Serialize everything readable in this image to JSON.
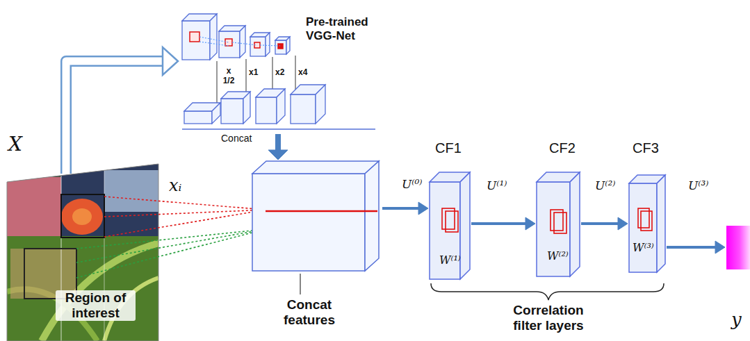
{
  "diagram": {
    "nodes": [
      {
        "text": [
          "X",
          "Region of interest"
        ]
      },
      {
        "text": [
          "Pre-trained VGG-Net"
        ]
      },
      {
        "text": [
          "Concat features"
        ]
      },
      {
        "text": [
          "CF1",
          "W⁽¹⁾"
        ]
      },
      {
        "text": [
          "CF2",
          "W⁽²⁾"
        ]
      },
      {
        "text": [
          "CF3",
          "W⁽³⁾"
        ]
      },
      {
        "text": [
          "y"
        ]
      }
    ],
    "edges": [
      {
        "from": 0,
        "to": 1,
        "arrow": "to"
      },
      {
        "from": 1,
        "to": 2,
        "label": "Concat",
        "arrow": "to"
      },
      {
        "from": 2,
        "to": 3,
        "label": "U⁽⁰⁾",
        "arrow": "to"
      },
      {
        "from": 3,
        "to": 4,
        "label": "U⁽¹⁾",
        "arrow": "to"
      },
      {
        "from": 4,
        "to": 5,
        "label": "U⁽²⁾",
        "arrow": "to"
      },
      {
        "from": 5,
        "to": 6,
        "label": "U⁽³⁾",
        "arrow": "to"
      }
    ],
    "labels": [
      "x 1/2",
      "x1",
      "x2",
      "x4",
      "xᵢ",
      "Correlation filter layers"
    ]
  }
}
